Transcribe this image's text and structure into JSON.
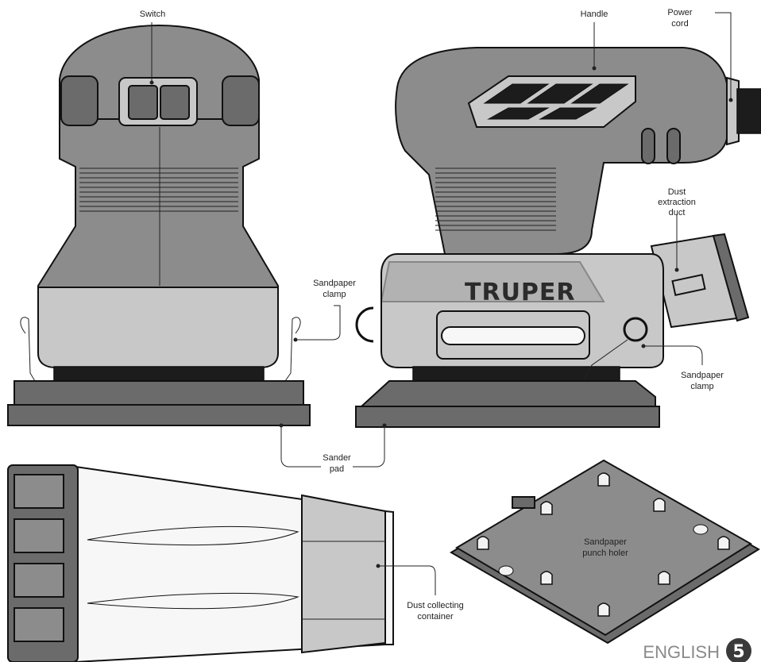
{
  "labels": {
    "switch": "Switch",
    "handle": "Handle",
    "power_cord_1": "Power",
    "power_cord_2": "cord",
    "dust_duct_1": "Dust",
    "dust_duct_2": "extraction",
    "dust_duct_3": "duct",
    "clamp_left_1": "Sandpaper",
    "clamp_left_2": "clamp",
    "clamp_right_1": "Sandpaper",
    "clamp_right_2": "clamp",
    "sander_pad_1": "Sander",
    "sander_pad_2": "pad",
    "container_1": "Dust collecting",
    "container_2": "container",
    "punch_1": "Sandpaper",
    "punch_2": "punch holer"
  },
  "brand": "TRUPER",
  "footer": {
    "language": "ENGLISH",
    "page_number": "5"
  },
  "colors": {
    "body_dark": "#6b6b6b",
    "body_mid": "#8c8c8c",
    "body_light": "#c8c8c8",
    "outline": "#111111",
    "page_badge": "#3a3a3a"
  }
}
